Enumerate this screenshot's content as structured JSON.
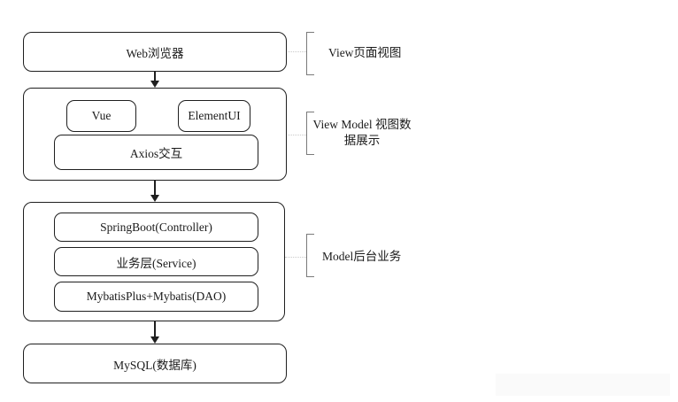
{
  "diagram": {
    "nodes": {
      "web_browser": "Web浏览器",
      "vue": "Vue",
      "element_ui": "ElementUI",
      "axios": "Axios交互",
      "springboot": "SpringBoot(Controller)",
      "service": "业务层(Service)",
      "mybatis": "MybatisPlus+Mybatis(DAO)",
      "mysql": "MySQL(数据库)"
    },
    "labels": {
      "view": "View页面视图",
      "view_model_line1": "View Model 视图数",
      "view_model_line2": "据展示",
      "model": "Model后台业务"
    },
    "colors": {
      "line": "#1f1f1f",
      "text": "#1a1a1a",
      "bracket": "#7a7a7a",
      "connector": "#c9c9c9",
      "bg": "#ffffff",
      "block": "#fafafa"
    }
  }
}
